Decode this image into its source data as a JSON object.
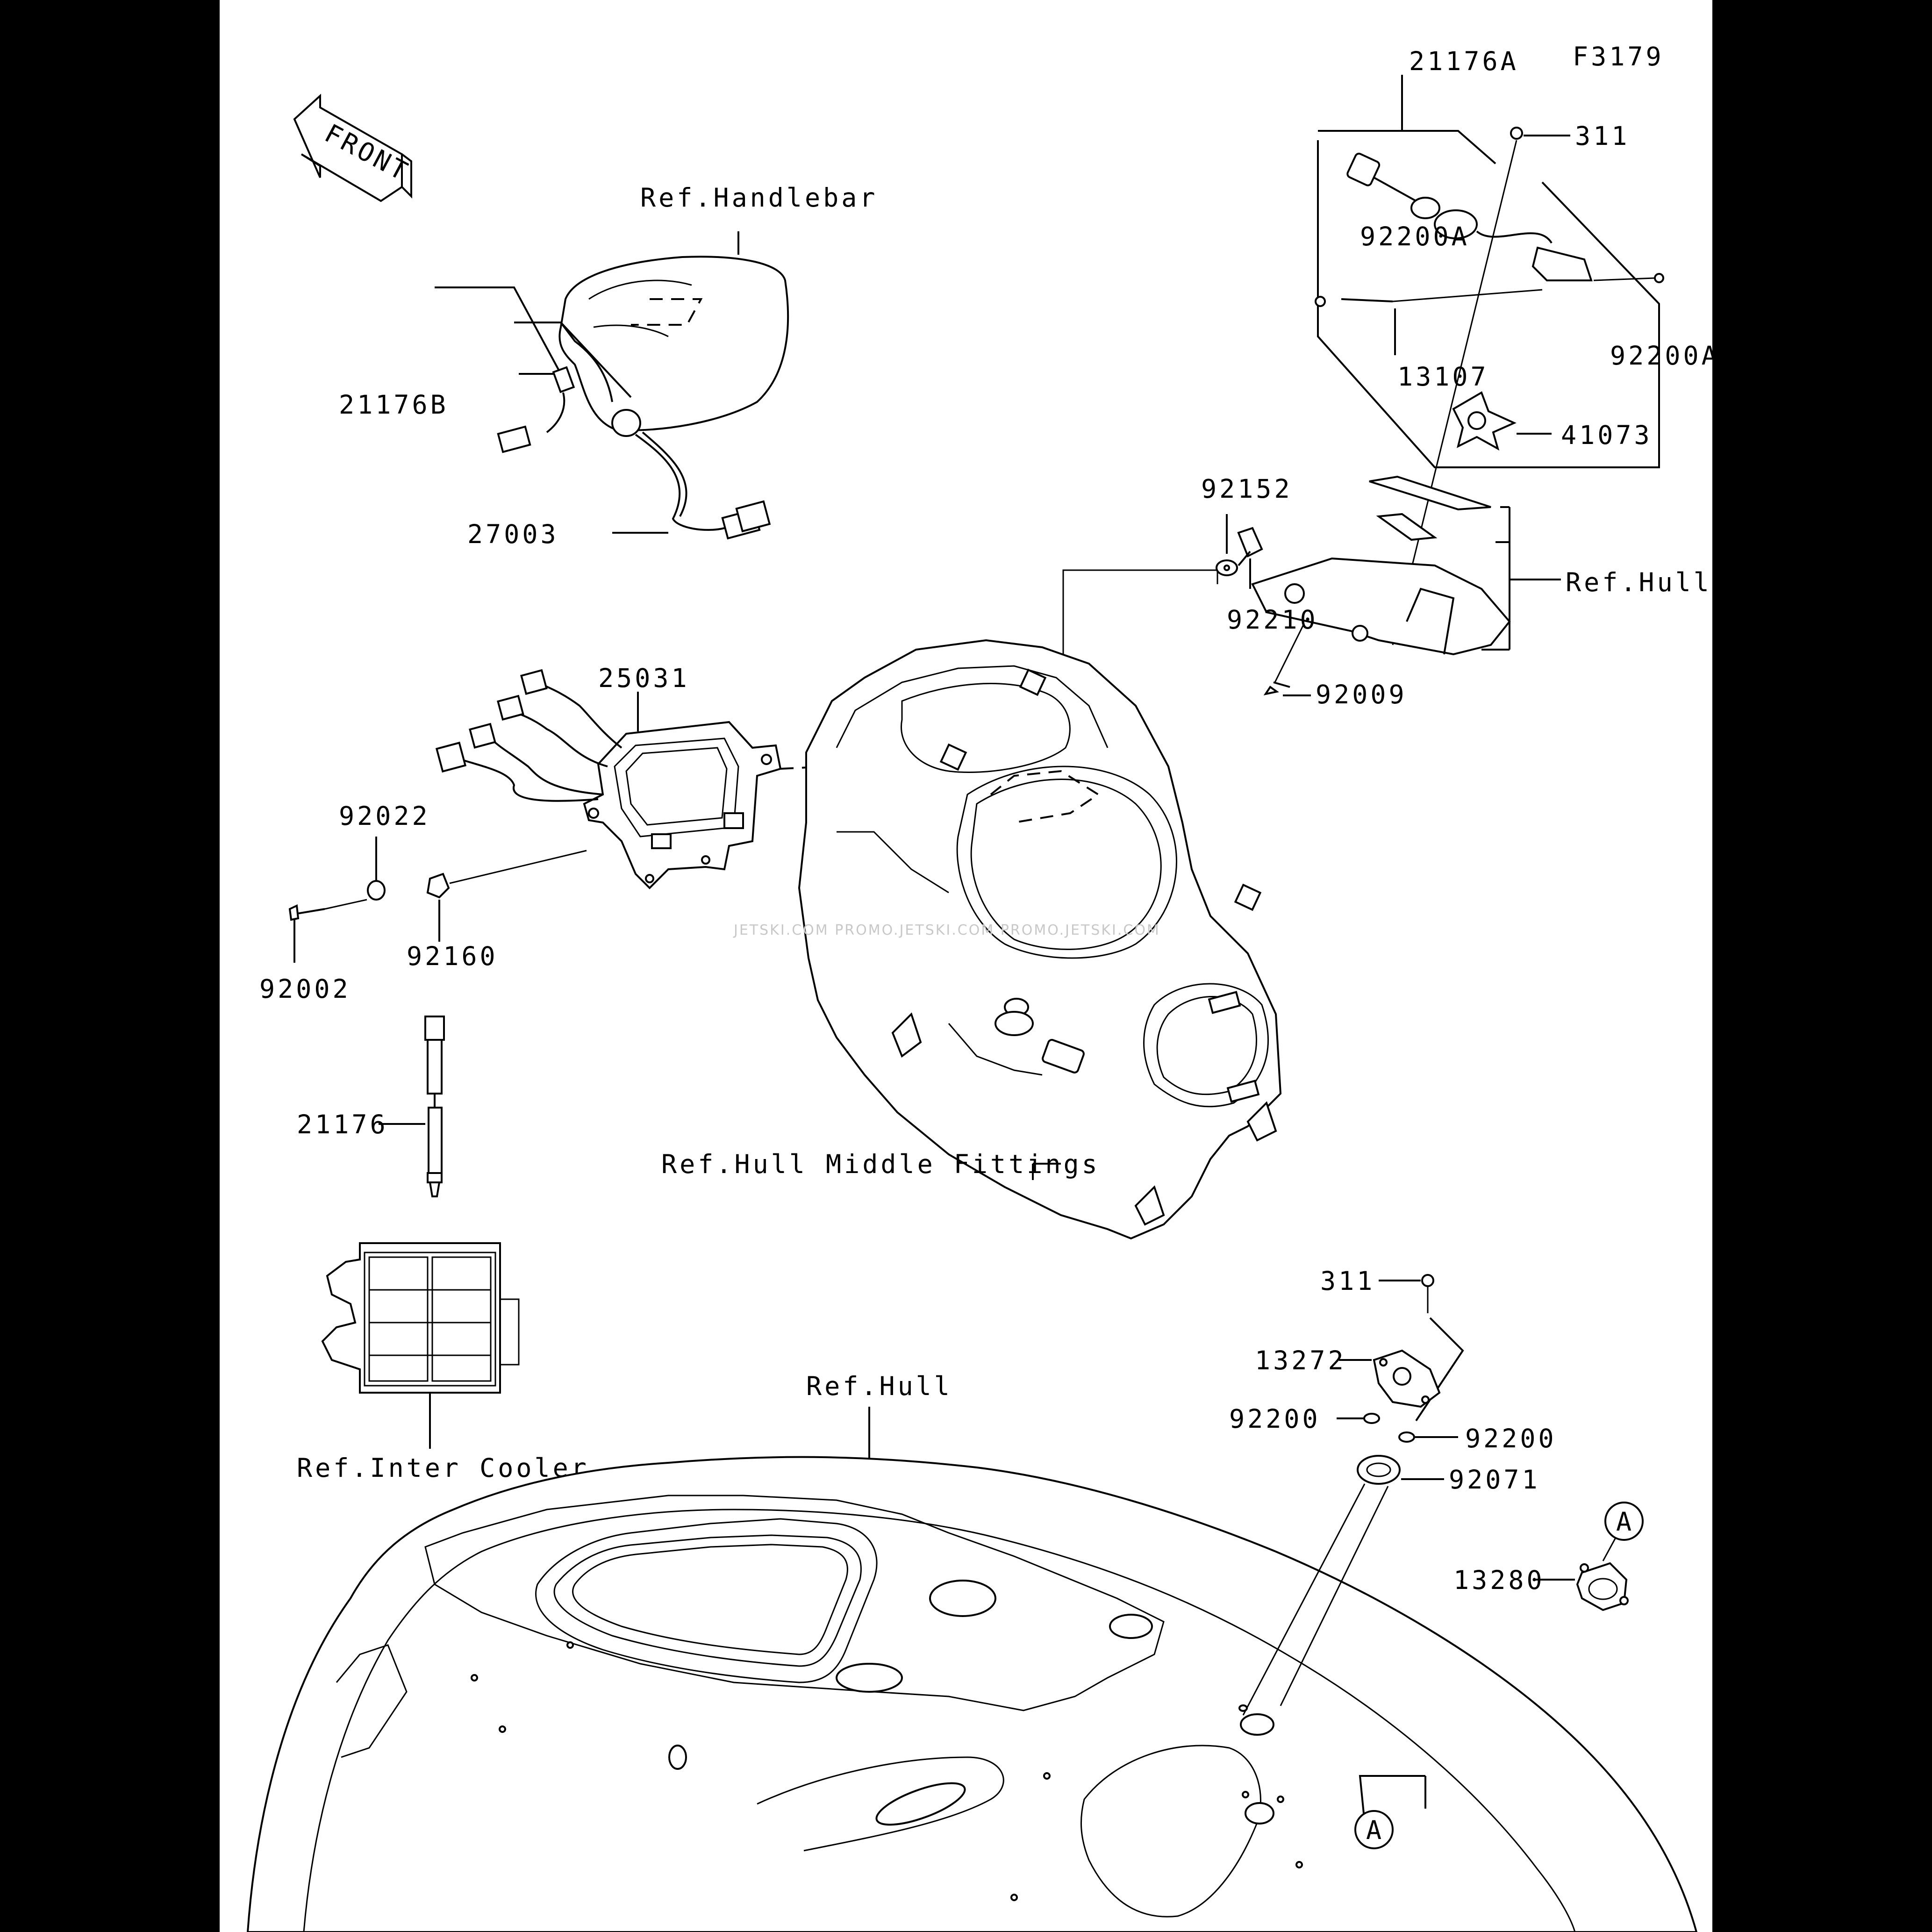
{
  "figure_id": "F3179",
  "front_label": "FRONT",
  "watermark": "JETSKI.COM   PROMO.JETSKI.COM   PROMO.JETSKI.COM",
  "callout_a": "A",
  "labels": {
    "p21176A": "21176A",
    "p311_top": "311",
    "p92200A_left": "92200A",
    "p92200A_right": "92200A",
    "p13107": "13107",
    "p41073": "41073",
    "ref_handlebar": "Ref.Handlebar",
    "p21176B": "21176B",
    "p27003": "27003",
    "p92152": "92152",
    "p92210": "92210",
    "ref_hull_top": "Ref.Hull",
    "p92009": "92009",
    "p25031": "25031",
    "p92022": "92022",
    "p92160": "92160",
    "p92002": "92002",
    "p21176": "21176",
    "ref_hull_middle": "Ref.Hull Middle Fittings",
    "ref_inter_cooler": "Ref.Inter Cooler",
    "p311_bottom": "311",
    "p13272": "13272",
    "p92200_left": "92200",
    "p92200_right": "92200",
    "p92071": "92071",
    "p13280": "13280",
    "ref_hull_bottom": "Ref.Hull"
  }
}
